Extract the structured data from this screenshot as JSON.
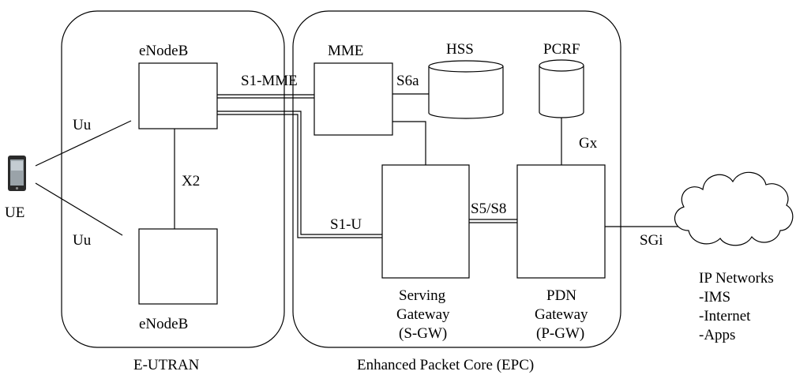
{
  "regions": {
    "eutran": "E-UTRAN",
    "epc": "Enhanced Packet Core (EPC)"
  },
  "nodes": {
    "enodeb_top": "eNodeB",
    "enodeb_bottom": "eNodeB",
    "mme": "MME",
    "hss": "HSS",
    "pcrf": "PCRF",
    "sgw_line1": "Serving",
    "sgw_line2": "Gateway",
    "sgw_line3": "(S-GW)",
    "pgw_line1": "PDN",
    "pgw_line2": "Gateway",
    "pgw_line3": "(P-GW)",
    "ue": "UE"
  },
  "interfaces": {
    "uu_top": "Uu",
    "uu_bottom": "Uu",
    "x2": "X2",
    "s1_mme": "S1-MME",
    "s6a": "S6a",
    "gx": "Gx",
    "s1_u": "S1-U",
    "s5_s8": "S5/S8",
    "sgi": "SGi"
  },
  "ip_networks": {
    "title": "IP Networks",
    "items": [
      "-IMS",
      "-Internet",
      "-Apps"
    ]
  },
  "icons": {
    "ue_device": "phone-icon",
    "cloud": "cloud-icon",
    "database": "cylinder-icon"
  }
}
